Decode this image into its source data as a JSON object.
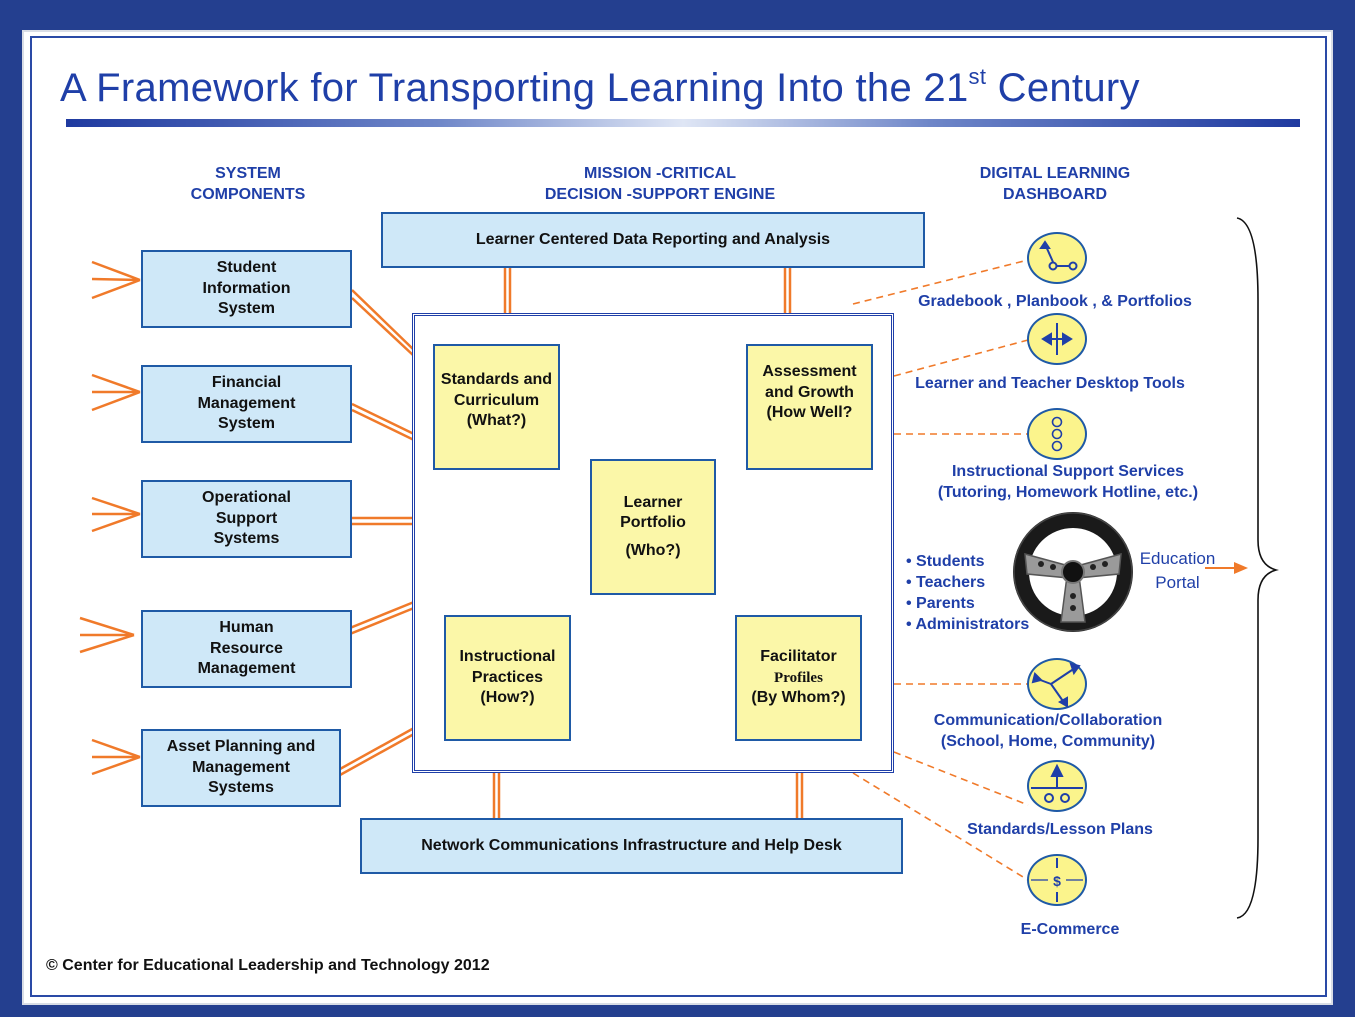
{
  "title": {
    "main": "A Framework for Transporting Learning Into the 21",
    "sup": "st",
    "tail": " Century"
  },
  "headers": {
    "system_components": [
      "SYSTEM",
      "COMPONENTS"
    ],
    "engine": [
      "MISSION -CRITICAL",
      "DECISION -SUPPORT ENGINE"
    ],
    "dashboard": [
      "DIGITAL LEARNING",
      "DASHBOARD"
    ]
  },
  "system_components": [
    [
      "Student",
      "Information",
      "System"
    ],
    [
      "Financial",
      "Management",
      "System"
    ],
    [
      "Operational",
      "Support",
      "Systems"
    ],
    [
      "Human",
      "Resource",
      "Management"
    ],
    [
      "Asset Planning and",
      "Management",
      "Systems"
    ]
  ],
  "engine": {
    "top": "Learner Centered Data Reporting and Analysis",
    "bottom": "Network Communications Infrastructure and Help Desk",
    "standards": [
      "Standards and",
      "Curriculum",
      "(What?)"
    ],
    "assessment": [
      "Assessment",
      "and Growth",
      "(How Well?"
    ],
    "learner": [
      "Learner",
      "Portfolio",
      "(Who?)"
    ],
    "instructional": [
      "Instructional",
      "Practices",
      "(How?)"
    ],
    "facilitator": [
      "Facilitator",
      "Profiles",
      "(By Whom?)"
    ]
  },
  "dashboard": {
    "gradebook": "Gradebook , Planbook , & Portfolios",
    "desktop_tools": "Learner and Teacher Desktop Tools",
    "support_services": [
      "Instructional Support Services",
      "(Tutoring, Homework Hotline, etc.)"
    ],
    "users": [
      "• Students",
      "• Teachers",
      "• Parents",
      "• Administrators"
    ],
    "portal": [
      "Education",
      "Portal"
    ],
    "communication": [
      "Communication/Collaboration",
      "(School, Home, Community)"
    ],
    "lesson_plans": "Standards/Lesson Plans",
    "ecommerce": "E-Commerce",
    "ecommerce_symbol": "$"
  },
  "footer": "© Center for Educational Leadership and Technology 2012",
  "colors": {
    "frame": "#243f8f",
    "title": "#1f3fa8",
    "box_blue": "#cfe8f8",
    "box_yellow": "#fbf7a8",
    "connector": "#f07a2a"
  }
}
